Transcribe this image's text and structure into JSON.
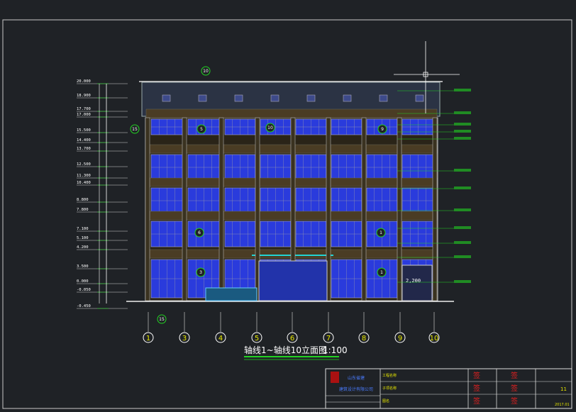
{
  "drawing": {
    "title": "轴线1~轴线10立面图",
    "scale": "1:100",
    "colors": {
      "background": "#1f2226",
      "frame": "#c8c8c8",
      "window": "#2a3bdc",
      "wall_band": "#4a3c24",
      "dimension": "#ffffff",
      "callout": "#22d322",
      "red_stamp": "#e02020",
      "yellow": "#e6e600"
    }
  },
  "elevations": [
    "20.000",
    "18.900",
    "17.700",
    "17.000",
    "15.500",
    "14.400",
    "13.700",
    "12.500",
    "11.300",
    "10.400",
    "8.800",
    "7.800",
    "7.100",
    "5.100",
    "4.200",
    "3.500",
    "0.000",
    "-0.050",
    "-0.450"
  ],
  "axes": [
    "1",
    "3",
    "4",
    "5",
    "6",
    "7",
    "8",
    "9",
    "10"
  ],
  "floor_badges": [
    "10",
    "15",
    "5",
    "10",
    "9",
    "6",
    "1",
    "3",
    "1",
    "15"
  ],
  "door_dim": "2,200",
  "title_block": {
    "company_line1": "山东省建",
    "company_line2": "建筑设计有限公司",
    "rows": [
      "工程名称",
      "子项名称",
      "图名"
    ],
    "sheet": "11",
    "date": "2017.01"
  }
}
